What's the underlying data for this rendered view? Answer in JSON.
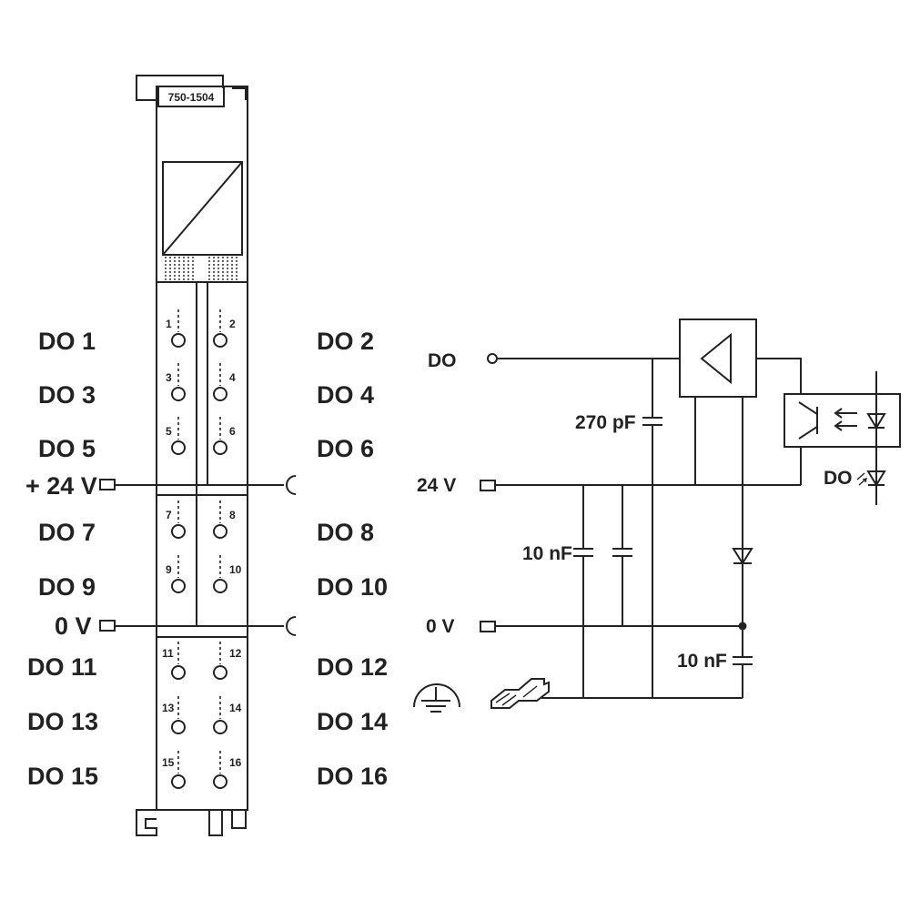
{
  "module": {
    "model": "750-1504",
    "left_labels": [
      "DO 1",
      "DO 3",
      "DO 5",
      "+ 24 V",
      "DO 7",
      "DO 9",
      "0 V",
      "DO 11",
      "DO 13",
      "DO 15"
    ],
    "right_labels": [
      "DO 2",
      "DO 4",
      "DO 6",
      "DO 8",
      "DO 10",
      "DO 12",
      "DO 14",
      "DO 16"
    ],
    "terminals_left": [
      "1",
      "3",
      "5",
      "7",
      "9",
      "11",
      "13",
      "15"
    ],
    "terminals_right": [
      "2",
      "4",
      "6",
      "8",
      "10",
      "12",
      "14",
      "16"
    ]
  },
  "schematic": {
    "do_input": "DO",
    "v24": "24 V",
    "v0": "0 V",
    "cap_do": "270 pF",
    "cap_supply": "10 nF",
    "cap_ground": "10 nF",
    "led_label": "DO"
  }
}
